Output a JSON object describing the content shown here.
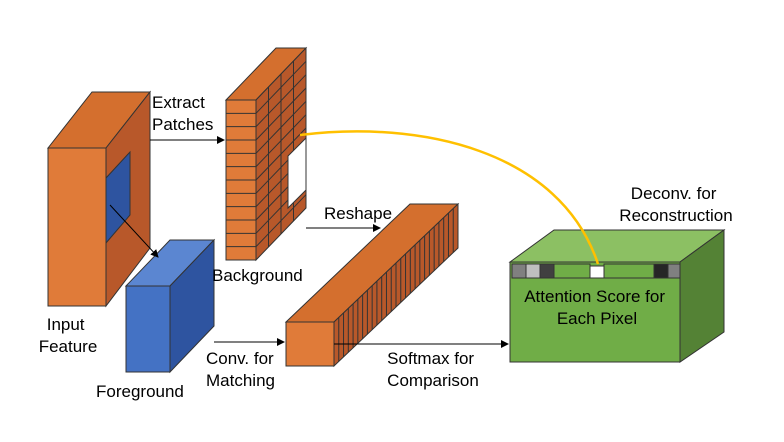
{
  "labels": {
    "input_feature": [
      "Input",
      "Feature"
    ],
    "extract_patches": [
      "Extract",
      "Patches"
    ],
    "background": "Background",
    "foreground": "Foreground",
    "reshape": "Reshape",
    "conv_matching": [
      "Conv. for",
      "Matching"
    ],
    "softmax_comparison": [
      "Softmax for",
      "Comparison"
    ],
    "deconv_reconstruction": [
      "Deconv. for",
      "Reconstruction"
    ],
    "attention_score": [
      "Attention Score for",
      "Each Pixel"
    ]
  },
  "colors": {
    "orange_front": "#E07B39",
    "orange_side": "#B8582A",
    "orange_top": "#D46F2E",
    "blue_front": "#4472C4",
    "blue_side": "#2E54A0",
    "blue_top": "#5B86D1",
    "green_front": "#70AD47",
    "green_side": "#548235",
    "green_top": "#8CC063",
    "attention_curve": "#FFC000",
    "arrow": "#000000"
  }
}
